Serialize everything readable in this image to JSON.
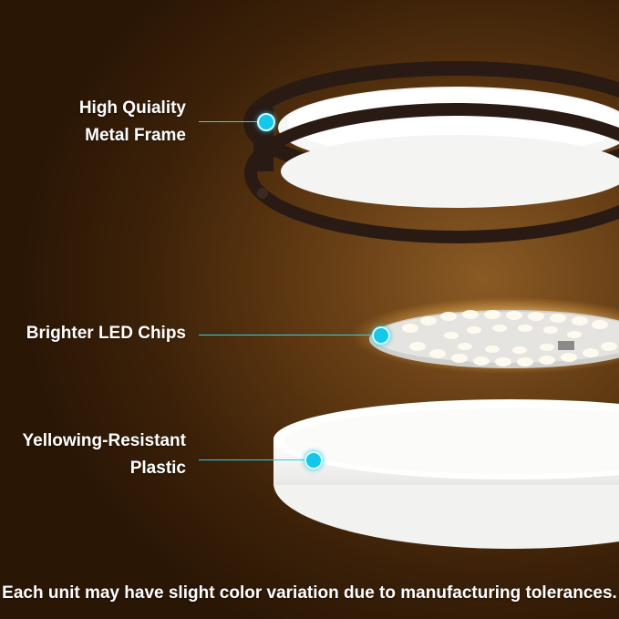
{
  "callouts": [
    {
      "label_line1": "High Quiality",
      "label_line2": "Metal Frame",
      "icon": "metal-frame"
    },
    {
      "label_line1": "Brighter LED Chips",
      "icon": "led-chips"
    },
    {
      "label_line1": "Yellowing-Resistant",
      "label_line2": "Plastic",
      "icon": "diffuser"
    }
  ],
  "footer": "Each unit may have slight color variation due to manufacturing tolerances.",
  "colors": {
    "callout": "#14c8ea",
    "frame": "#2a1a14",
    "background": "#5a3510"
  }
}
